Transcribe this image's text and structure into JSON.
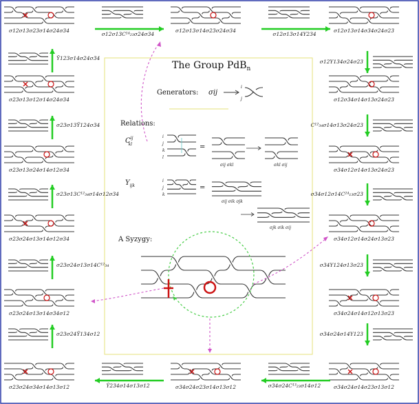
{
  "panel": {
    "title": "The Group PdB",
    "title_sub": "n",
    "generators_label": "Generators:",
    "generator_symbol": "σij",
    "generator_i": "i",
    "generator_j": "j",
    "relations_label": "Relations:",
    "rel_c_name": "C",
    "rel_c_sup": "ij",
    "rel_c_sub": "kl",
    "rel_c_idx": [
      "i",
      "j",
      "k",
      "l"
    ],
    "rel_c_lhs_caption": "σij σkl",
    "rel_c_rhs_caption": "σkl σij",
    "rel_y_name": "Y",
    "rel_y_sub": "ijk",
    "rel_y_idx": [
      "i",
      "j",
      "k"
    ],
    "rel_y_caption1": "σij σik σjk",
    "rel_y_caption2": "σjk σik σij",
    "syzygy_label": "A Syzygy:",
    "equals": "="
  },
  "cells": {
    "top": [
      "σ12σ13σ23σ14σ24σ34",
      "σ12σ13C¹⁴₂₃σ24σ34",
      "σ12σ13σ14σ23σ24σ34",
      "σ12σ13σ14Y234",
      "σ12σ13σ14σ34σ24σ23"
    ],
    "left": [
      "Ŷ123σ14σ24σ34",
      "σ23σ13σ12σ14σ24σ34",
      "σ23σ13Ŷ124σ34",
      "σ23σ13σ24σ14σ12σ34",
      "σ23σ13C¹²₃₄σ14σ12σ34",
      "σ23σ24σ13σ14σ12σ34",
      "σ23σ24σ13σ14C¹²₃₄",
      "σ23σ24σ13σ14σ34σ12",
      "σ23σ24Ŷ134σ12"
    ],
    "right": [
      "σ12Y134σ24σ23",
      "σ12σ34σ14σ13σ24σ23",
      "C¹²₃₄σ14σ13σ24σ23",
      "σ34σ12σ14σ13σ24σ23",
      "σ34σ12σ14C²⁴₁₃σ23",
      "σ34σ12σ14σ24σ13σ23",
      "σ34Y124σ13σ23",
      "σ34σ24σ14σ12σ13σ23",
      "σ34σ24σ14Y123"
    ],
    "bottom": [
      "σ23σ24σ34σ14σ13σ12",
      "Ŷ234σ14σ13σ12",
      "σ34σ24σ23σ14σ13σ12",
      "σ34σ24C¹³₂₃σ14σ12",
      "σ34σ24σ14σ23σ13σ12"
    ]
  },
  "colors": {
    "border": "#2b3aa8",
    "panel_border": "#e6e07a",
    "progress_arrow": "#22cc22",
    "crossing_marker": "#cc1111",
    "dashed_link": "#d055c8"
  }
}
